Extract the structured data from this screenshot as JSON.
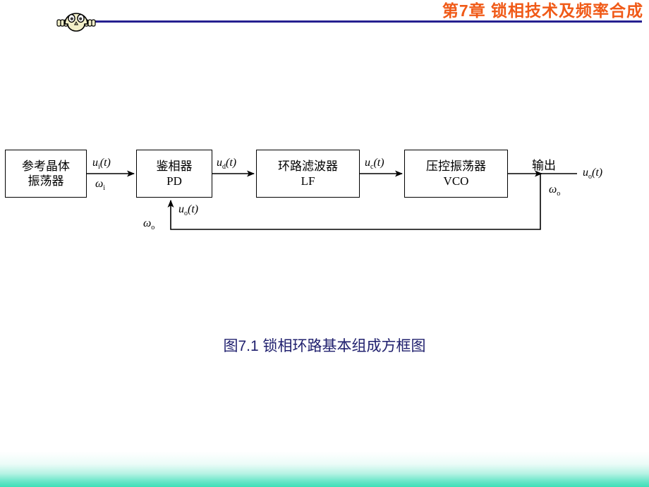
{
  "header": {
    "title": "第7章  锁相技术及频率合成",
    "rule_color": "#262090",
    "title_color": "#F05A17",
    "mascot_icon": "ghost-mascot-icon"
  },
  "diagram": {
    "blocks": [
      {
        "id": "ref-osc",
        "cn_line1": "参考晶体",
        "cn_line2": "振荡器",
        "en": ""
      },
      {
        "id": "phase-detector",
        "cn_line1": "鉴相器",
        "cn_line2": "",
        "en": "PD"
      },
      {
        "id": "loop-filter",
        "cn_line1": "环路滤波器",
        "cn_line2": "",
        "en": "LF"
      },
      {
        "id": "vco",
        "cn_line1": "压控振荡器",
        "cn_line2": "",
        "en": "VCO"
      }
    ],
    "signals": {
      "ui_t": "u",
      "ui_sub": "i",
      "ui_tail": "(t)",
      "omega_i": "ω",
      "omega_i_sub": "i",
      "ud_t": "u",
      "ud_sub": "d",
      "ud_tail": "(t)",
      "uc_t": "u",
      "uc_sub": "c",
      "uc_tail": "(t)",
      "uo_t": "u",
      "uo_sub": "o",
      "uo_tail": "(t)",
      "omega_o": "ω",
      "omega_o_sub": "o",
      "output_label": "输出",
      "fb_uo": "u",
      "fb_uo_sub": "o",
      "fb_uo_tail": "(t)",
      "fb_omega_o": "ω",
      "fb_omega_o_sub": "o"
    }
  },
  "caption": {
    "text": "图7.1  锁相环路基本组成方框图",
    "color": "#20206E"
  },
  "footer": {
    "accent_color": "#3EDFB8"
  }
}
